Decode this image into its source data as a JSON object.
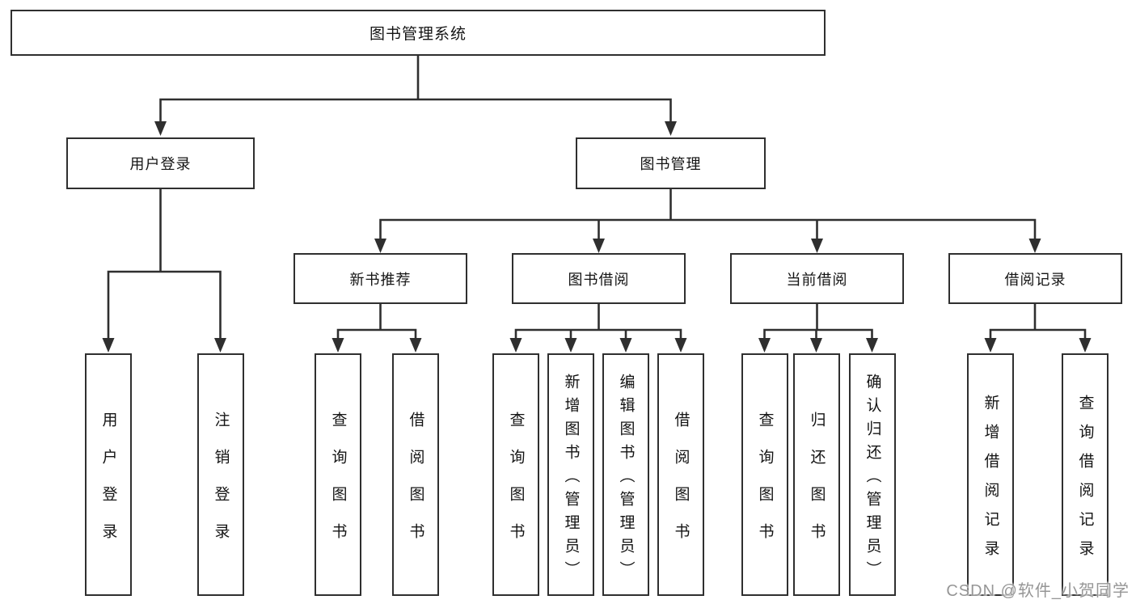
{
  "diagram": {
    "title": "图书管理系统",
    "user_login": {
      "label": "用户登录",
      "children": [
        "用户登录",
        "注销登录"
      ]
    },
    "book_mgmt": {
      "label": "图书管理",
      "new_books": {
        "label": "新书推荐",
        "children": [
          "查询图书",
          "借阅图书"
        ]
      },
      "book_borrow": {
        "label": "图书借阅",
        "children": [
          "查询图书",
          "新增图书（管理员）",
          "编辑图书（管理员）",
          "借阅图书"
        ]
      },
      "current_borrow": {
        "label": "当前借阅",
        "children": [
          "查询图书",
          "归还图书",
          "确认归还（管理员）"
        ]
      },
      "borrow_records": {
        "label": "借阅记录",
        "children": [
          "新增借阅记录",
          "查询借阅记录"
        ]
      }
    }
  },
  "watermark": "CSDN @软件_小贺同学",
  "colors": {
    "line": "#2f2f2f",
    "text": "#141414",
    "watermark": "#969696"
  }
}
